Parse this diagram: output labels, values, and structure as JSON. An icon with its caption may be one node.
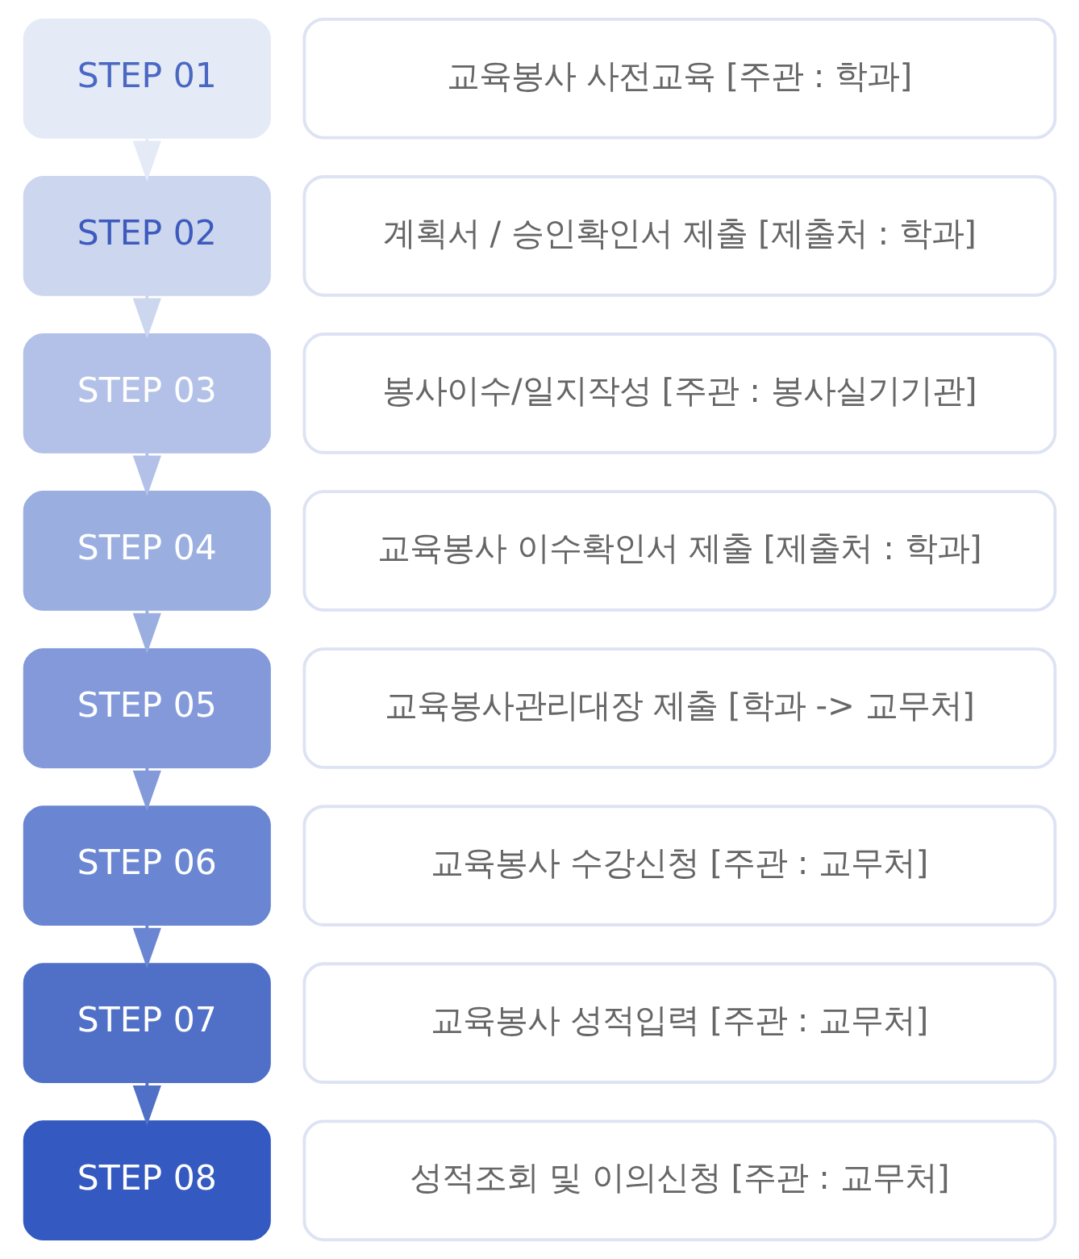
{
  "diagram": {
    "nodes": [
      {
        "text": [
          "STEP 01"
        ]
      },
      {
        "text": [
          "교육봉사 사전교육 [주관 : 학과]"
        ]
      },
      {
        "text": [
          "STEP 02"
        ]
      },
      {
        "text": [
          "계획서 / 승인확인서 제출 [제출처 : 학과]"
        ]
      },
      {
        "text": [
          "STEP 03"
        ]
      },
      {
        "text": [
          "봉사이수/일지작성 [주관 : 봉사실기기관]"
        ]
      },
      {
        "text": [
          "STEP 04"
        ]
      },
      {
        "text": [
          "교육봉사 이수확인서 제출 [제출처 : 학과]"
        ]
      },
      {
        "text": [
          "STEP 05"
        ]
      },
      {
        "text": [
          "교육봉사관리대장 제출 [학과 -> 교무처]"
        ]
      },
      {
        "text": [
          "STEP 06"
        ]
      },
      {
        "text": [
          "교육봉사 수강신청 [주관 : 교무처]"
        ]
      },
      {
        "text": [
          "STEP 07"
        ]
      },
      {
        "text": [
          "교육봉사 성적입력 [주관 : 교무처]"
        ]
      },
      {
        "text": [
          "STEP 08"
        ]
      },
      {
        "text": [
          "성적조회 및 이의신청 [주관 : 교무처]"
        ]
      }
    ],
    "edges": [
      {
        "from": 0,
        "to": 2,
        "arrow": "to",
        "color": "#e5eaf7"
      },
      {
        "from": 2,
        "to": 4,
        "arrow": "to",
        "color": "#ccd6ef"
      },
      {
        "from": 4,
        "to": 6,
        "arrow": "to",
        "color": "#b3c1e8"
      },
      {
        "from": 6,
        "to": 8,
        "arrow": "to",
        "color": "#9aaee0"
      },
      {
        "from": 8,
        "to": 10,
        "arrow": "to",
        "color": "#8399da"
      },
      {
        "from": 10,
        "to": 12,
        "arrow": "to",
        "color": "#6a86d2"
      },
      {
        "from": 12,
        "to": 14,
        "arrow": "to",
        "color": "#5070c8"
      }
    ]
  }
}
